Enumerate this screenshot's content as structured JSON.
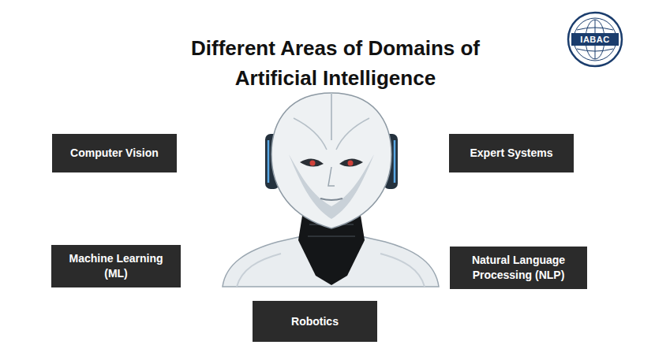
{
  "diagram": {
    "title": "Different Areas of Domains of Artificial Intelligence",
    "nodes": [
      {
        "text": [
          "Computer Vision"
        ]
      },
      {
        "text": [
          "Expert Systems"
        ]
      },
      {
        "text": [
          "Machine Learning (ML)"
        ]
      },
      {
        "text": [
          "Natural Language Processing (NLP)"
        ]
      },
      {
        "text": [
          "Robotics"
        ]
      }
    ],
    "labels": [
      "IABAC"
    ]
  }
}
